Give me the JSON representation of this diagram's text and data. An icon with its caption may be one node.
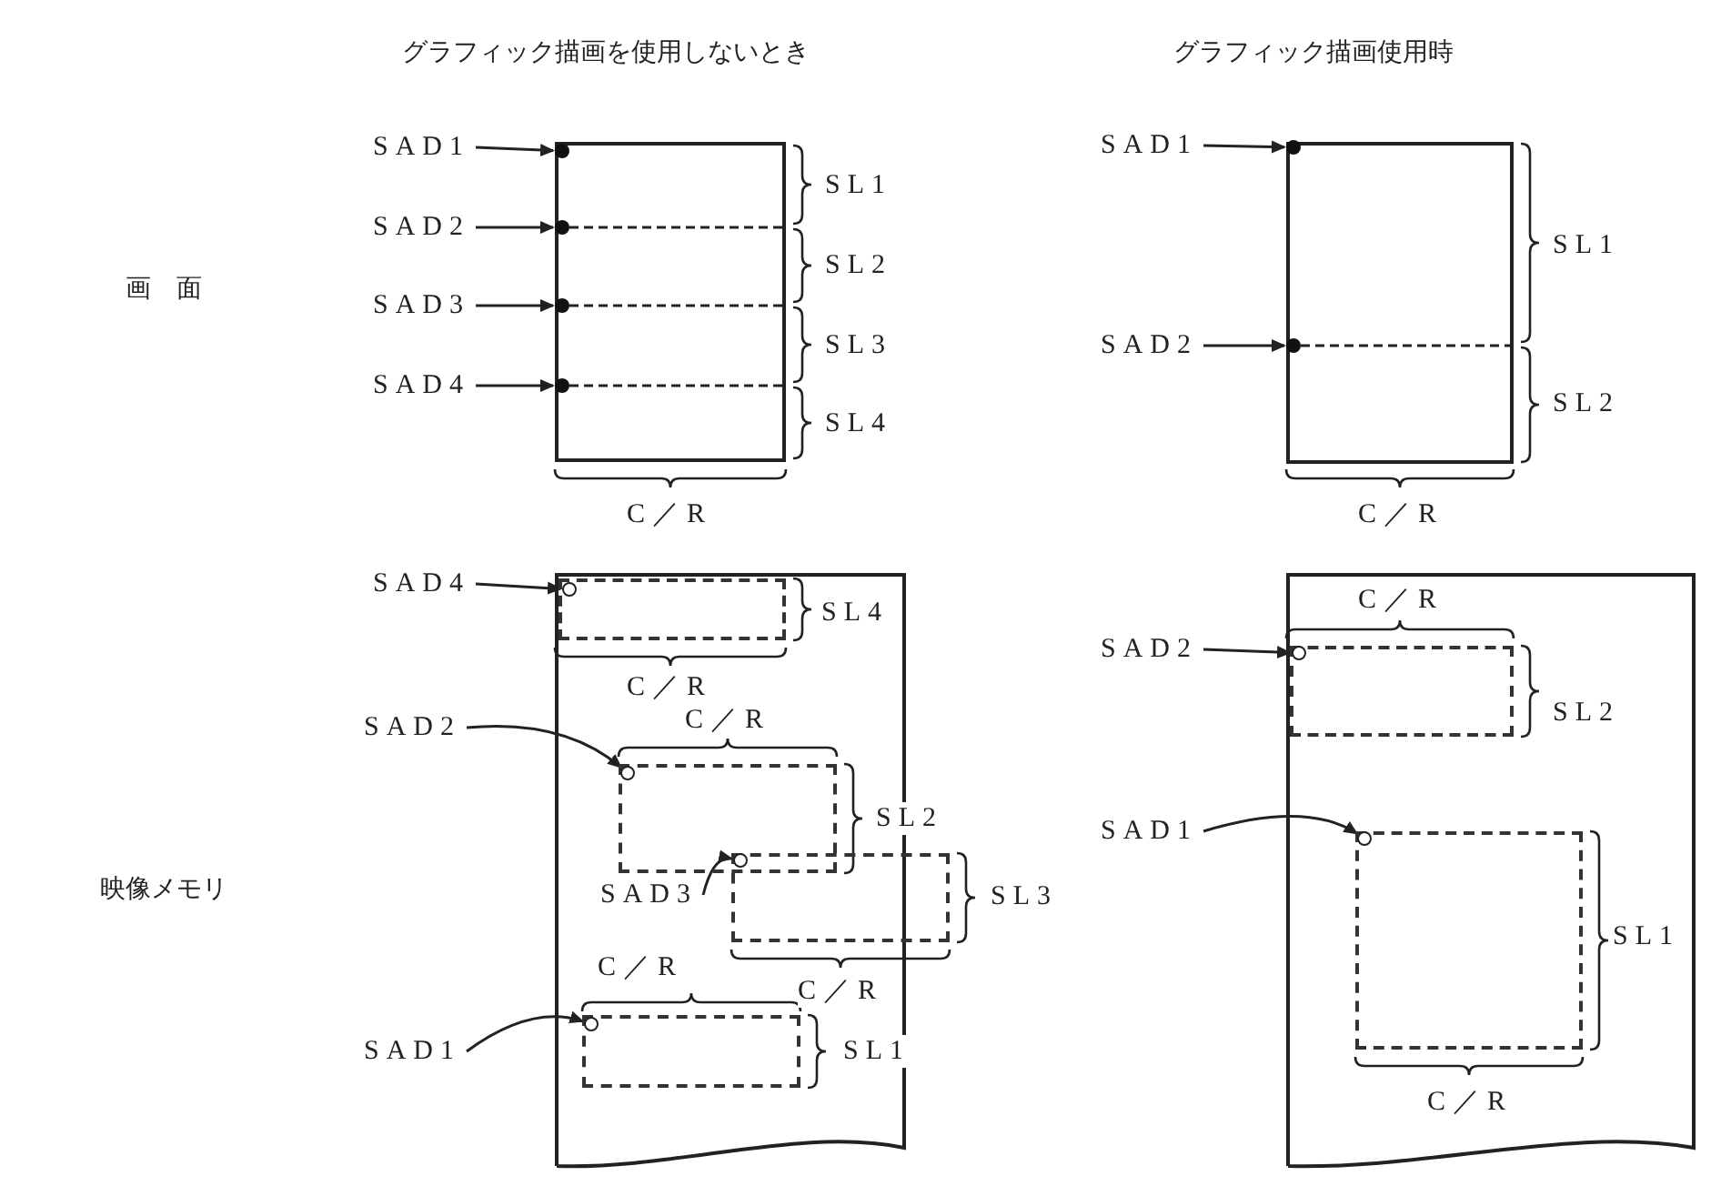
{
  "diagram": {
    "nodes": [
      {
        "text": [],
        "shape": "box"
      },
      {
        "text": [
          "SAD1"
        ]
      },
      {
        "text": [],
        "shape": "circle",
        "in": 0
      },
      {
        "text": [
          "SAD2"
        ]
      },
      {
        "text": [],
        "shape": "circle",
        "in": 0
      },
      {
        "text": [
          "SAD3"
        ]
      },
      {
        "text": [],
        "shape": "circle",
        "in": 0
      },
      {
        "text": [
          "SAD4"
        ]
      },
      {
        "text": [],
        "shape": "circle",
        "in": 0
      },
      {
        "text": [],
        "shape": "box"
      },
      {
        "text": [
          "SAD1"
        ]
      },
      {
        "text": [],
        "shape": "circle",
        "in": 9
      },
      {
        "text": [
          "SAD2"
        ]
      },
      {
        "text": [],
        "shape": "circle",
        "in": 9
      },
      {
        "text": [],
        "shape": "box"
      },
      {
        "text": [
          "SAD4"
        ]
      },
      {
        "text": [],
        "shape": "box",
        "in": 14
      },
      {
        "text": [],
        "shape": "circle",
        "in": 16
      },
      {
        "text": [
          "SAD2"
        ]
      },
      {
        "text": [],
        "shape": "box",
        "in": 14
      },
      {
        "text": [],
        "shape": "circle",
        "in": 19
      },
      {
        "text": [
          "SAD3"
        ],
        "in": 14
      },
      {
        "text": [],
        "shape": "box"
      },
      {
        "text": [],
        "shape": "circle"
      },
      {
        "text": [
          "SAD1"
        ]
      },
      {
        "text": [],
        "shape": "box",
        "in": 14
      },
      {
        "text": [],
        "shape": "circle",
        "in": 25
      },
      {
        "text": [],
        "shape": "box"
      },
      {
        "text": [
          "SAD2"
        ]
      },
      {
        "text": [],
        "shape": "box",
        "in": 27
      },
      {
        "text": [],
        "shape": "circle",
        "in": 29
      },
      {
        "text": [
          "SAD1"
        ]
      },
      {
        "text": [],
        "shape": "box",
        "in": 27
      },
      {
        "text": [],
        "shape": "circle",
        "in": 32
      }
    ],
    "edges": [
      {
        "from": 1,
        "to": 2,
        "arrow": "to"
      },
      {
        "from": 3,
        "to": 4,
        "arrow": "to"
      },
      {
        "from": 5,
        "to": 6,
        "arrow": "to"
      },
      {
        "from": 7,
        "to": 8,
        "arrow": "to"
      },
      {
        "from": 10,
        "to": 11,
        "arrow": "to"
      },
      {
        "from": 12,
        "to": 13,
        "arrow": "to"
      },
      {
        "from": 15,
        "to": 17,
        "arrow": "to"
      },
      {
        "from": 18,
        "to": 20,
        "arrow": "to"
      },
      {
        "from": 21,
        "to": 23,
        "arrow": "to"
      },
      {
        "from": 24,
        "to": 26,
        "arrow": "to"
      },
      {
        "from": 28,
        "to": 30,
        "arrow": "to"
      },
      {
        "from": 31,
        "to": 33,
        "arrow": "to"
      }
    ],
    "labels": [
      "グラフィック描画を使用しないとき",
      "グラフィック描画使用時",
      "画　面",
      "SL1",
      "SL2",
      "SL3",
      "SL4",
      "SL1",
      "SL2",
      "C／R",
      "C／R",
      "SL4",
      "C／R",
      "C／R",
      "SL2",
      "映像メモリ",
      "SL3",
      "C／R",
      "C／R",
      "SL1",
      "C／R",
      "SL2",
      "SL1",
      "C／R"
    ]
  }
}
